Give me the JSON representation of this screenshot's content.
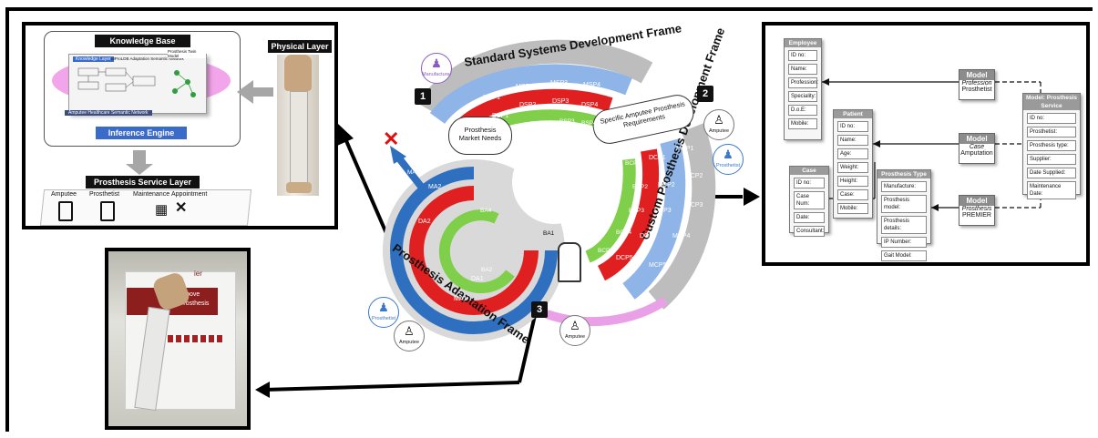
{
  "knowledge_panel": {
    "knowledge_base": "Knowledge Base",
    "physical_layer": "Physical Layer",
    "inference_engine": "Inference Engine",
    "service_layer": "Prosthesis Service Layer",
    "knowledge_layer": "Knowledge Layer",
    "network_title": "uIProLDB Adaptation Semantic Network",
    "twin_model": "Prosthesis Twin Model",
    "healthcare_network": "Amputee Healthcare Semantic Network",
    "service_items": [
      "Amputee",
      "Prosthetist",
      "Maintenance",
      "Appointment"
    ]
  },
  "photo_panel": {
    "text_line1": "ier",
    "text_line2": "tive Above",
    "text_line3": "ee Prosthesis"
  },
  "diagram": {
    "top_frame": "Standard Systems Development Frame",
    "right_frame": "Custom Prosthesis Development Frame",
    "left_frame": "Prosthesis Adaptation Frame",
    "market_needs": "Prosthesis Market Needs",
    "requirements": "Specific Amputee Prosthesis Requirements",
    "num1": "1",
    "num2": "2",
    "num3": "3",
    "top_m": [
      "MSP1",
      "MSP2",
      "MSP3",
      "MSP4"
    ],
    "top_d": [
      "DSP1",
      "DSP2",
      "DSP3",
      "DSP4"
    ],
    "top_b": [
      "BSP1",
      "BSP2",
      "BSP3",
      "BSP4"
    ],
    "right_m": [
      "MCP1",
      "MCP2",
      "MCP3",
      "MCP4",
      "MCP5"
    ],
    "right_d": [
      "DCP1",
      "DCP2",
      "DCP3",
      "DCP4",
      "DCP5"
    ],
    "right_b": [
      "BCP1",
      "BCP2",
      "BCP3",
      "BCP4",
      "BCP5"
    ],
    "left": {
      "ma2": "MA2",
      "ma1": "MA1",
      "ma22": "MA2.2",
      "da2": "DA2",
      "da1": "DA1",
      "ba4": "BA4",
      "ba2": "BA2",
      "ba1": "BA1"
    },
    "roles": {
      "manufacturer": "Manufacturer",
      "amputee": "Amputee",
      "prosthetist": "Prosthetist"
    }
  },
  "model_panel": {
    "employee": {
      "title": "Employee",
      "fields": [
        "ID no:",
        "Name:",
        "Profession:",
        "Speciality:",
        "D.o.E:",
        "Mobile:"
      ]
    },
    "patient": {
      "title": "Patient",
      "fields": [
        "ID no:",
        "Name:",
        "Age:",
        "Weight:",
        "Height:",
        "Case:",
        "Mobile:"
      ]
    },
    "case": {
      "title": "Case",
      "fields": [
        "ID no:",
        "Case Num:",
        "Date:",
        "Consultant:"
      ]
    },
    "prosthesis_type": {
      "title": "Prosthesis Type",
      "fields": [
        "Manufacture:",
        "Prosthesis model:",
        "Prosthesis details:",
        "IP Number:",
        "Gait Model:"
      ]
    },
    "service": {
      "title": "Model: Prosthesis Service",
      "fields": [
        "ID no:",
        "Prosthetist:",
        "Prosthesis type:",
        "Supplier:",
        "Date Supplied:",
        "Maintenance Date:"
      ]
    },
    "model1": {
      "title": "Model",
      "l1": "Profession",
      "l2": "Prosthetist"
    },
    "model2": {
      "title": "Model",
      "l1": "Case",
      "l2": "Amputation"
    },
    "model3": {
      "title": "Model",
      "l1": "Prosthesis",
      "l2": "PREMIER"
    }
  }
}
